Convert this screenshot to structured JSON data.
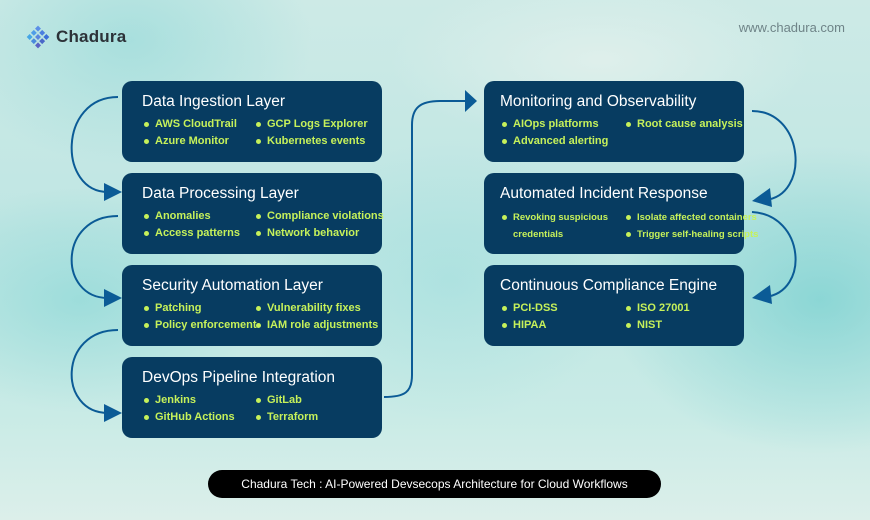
{
  "brand": {
    "name": "Chadura",
    "logo_icon": "diamond-grid-icon",
    "website": "www.chadura.com"
  },
  "colors": {
    "box_bg": "#073c61",
    "bullet_text": "#c6f15a",
    "arrow": "#0b5b96",
    "caption_bg": "#000000"
  },
  "left_column": [
    {
      "title": "Data Ingestion Layer",
      "items": [
        "AWS CloudTrail",
        "GCP Logs Explorer",
        "Azure Monitor",
        "Kubernetes events"
      ]
    },
    {
      "title": "Data Processing Layer",
      "items": [
        "Anomalies",
        "Compliance violations",
        "Access patterns",
        "Network behavior"
      ]
    },
    {
      "title": "Security Automation Layer",
      "items": [
        "Patching",
        "Vulnerability fixes",
        "Policy enforcement",
        "IAM role adjustments"
      ]
    },
    {
      "title": "DevOps Pipeline Integration",
      "items": [
        "Jenkins",
        "GitLab",
        "GitHub Actions",
        "Terraform"
      ]
    }
  ],
  "right_column": [
    {
      "title": "Monitoring and Observability",
      "items": [
        "AIOps platforms",
        "Root cause analysis",
        "Advanced alerting"
      ]
    },
    {
      "title": "Automated Incident Response",
      "items": [
        "Revoking suspicious credentials",
        "Isolate affected containers",
        "Trigger self-healing scripts"
      ]
    },
    {
      "title": "Continuous Compliance Engine",
      "items": [
        "PCI-DSS",
        "ISO 27001",
        "HIPAA",
        "NIST"
      ]
    }
  ],
  "flow": [
    "Data Ingestion Layer",
    "Data Processing Layer",
    "Security Automation Layer",
    "DevOps Pipeline Integration",
    "Monitoring and Observability",
    "Automated Incident Response",
    "Continuous Compliance Engine"
  ],
  "caption": "Chadura Tech : AI-Powered Devsecops Architecture for Cloud Workflows"
}
